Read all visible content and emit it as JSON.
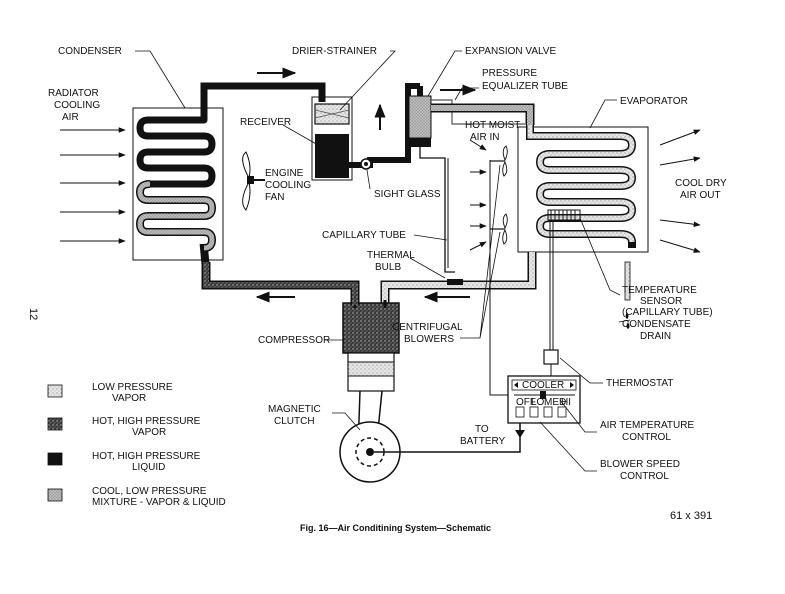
{
  "labels": {
    "condenser": "CONDENSER",
    "drier_strainer": "DRIER-STRAINER",
    "expansion_valve": "EXPANSION VALVE",
    "pressure_1": "PRESSURE",
    "pressure_2": "EQUALIZER TUBE",
    "radiator_1": "RADIATOR",
    "radiator_2": "COOLING",
    "radiator_3": "AIR",
    "receiver": "RECEIVER",
    "hot_moist_1": "HOT MOIST",
    "hot_moist_2": "AIR IN",
    "evaporator": "EVAPORATOR",
    "engine_1": "ENGINE",
    "engine_2": "COOLING",
    "engine_3": "FAN",
    "sight_glass": "SIGHT GLASS",
    "cool_dry_1": "COOL DRY",
    "cool_dry_2": "AIR OUT",
    "capillary_tube": "CAPILLARY TUBE",
    "thermal_1": "THERMAL",
    "thermal_2": "BULB",
    "temp_sensor_1": "TEMPERATURE",
    "temp_sensor_2": "SENSOR",
    "temp_sensor_3": "(CAPILLARY TUBE)",
    "condensate_1": "CONDENSATE",
    "condensate_2": "DRAIN",
    "centrifugal_1": "CENTRIFUGAL",
    "centrifugal_2": "BLOWERS",
    "compressor": "COMPRESSOR",
    "thermostat": "THERMOSTAT",
    "cooler": "COOLER",
    "blower_switch": [
      "OFF",
      "LO",
      "MED",
      "HI"
    ],
    "air_temp_1": "AIR TEMPERATURE",
    "air_temp_2": "CONTROL",
    "magnetic_1": "MAGNETIC",
    "magnetic_2": "CLUTCH",
    "battery_1": "TO",
    "battery_2": "BATTERY",
    "blower_speed_1": "BLOWER SPEED",
    "blower_speed_2": "CONTROL",
    "page_number": "12",
    "figure_number": "61 x 391",
    "caption": "Fig. 16—Air Conditining System—Schematic"
  },
  "legend": [
    {
      "pattern": "low",
      "lines": [
        "LOW PRESSURE",
        "VAPOR"
      ]
    },
    {
      "pattern": "hot",
      "lines": [
        "HOT, HIGH PRESSURE",
        "VAPOR"
      ]
    },
    {
      "pattern": "liquid",
      "lines": [
        "HOT, HIGH PRESSURE",
        "LIQUID"
      ]
    },
    {
      "pattern": "mix",
      "lines": [
        "COOL, LOW PRESSURE",
        "MIXTURE - VAPOR & LIQUID"
      ]
    }
  ]
}
